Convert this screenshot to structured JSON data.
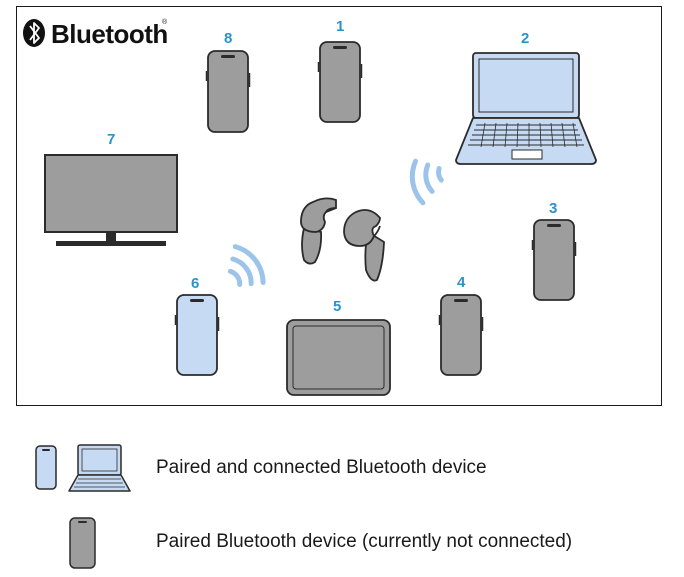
{
  "brand": {
    "name": "Bluetooth",
    "mark": "®"
  },
  "colors": {
    "connected_fill": "#c6dbf3",
    "paired_fill": "#9d9d9d",
    "device_stroke": "#2b2b2b",
    "signal_wave": "#9cc4ea",
    "label_blue": "#2a93c9"
  },
  "devices": [
    {
      "id": "1",
      "type": "smartphone",
      "status": "paired"
    },
    {
      "id": "2",
      "type": "laptop",
      "status": "connected"
    },
    {
      "id": "3",
      "type": "smartphone",
      "status": "paired"
    },
    {
      "id": "4",
      "type": "smartphone",
      "status": "paired"
    },
    {
      "id": "5",
      "type": "tablet",
      "status": "paired"
    },
    {
      "id": "6",
      "type": "smartphone",
      "status": "connected"
    },
    {
      "id": "7",
      "type": "tv",
      "status": "paired"
    },
    {
      "id": "8",
      "type": "smartphone",
      "status": "paired"
    }
  ],
  "center_device": {
    "type": "earbuds",
    "icon": "earbuds-icon"
  },
  "legend": [
    {
      "icons": [
        "smartphone-icon",
        "laptop-icon"
      ],
      "text": "Paired and connected Bluetooth device"
    },
    {
      "icons": [
        "smartphone-icon"
      ],
      "text": "Paired Bluetooth device (currently not connected)"
    }
  ]
}
